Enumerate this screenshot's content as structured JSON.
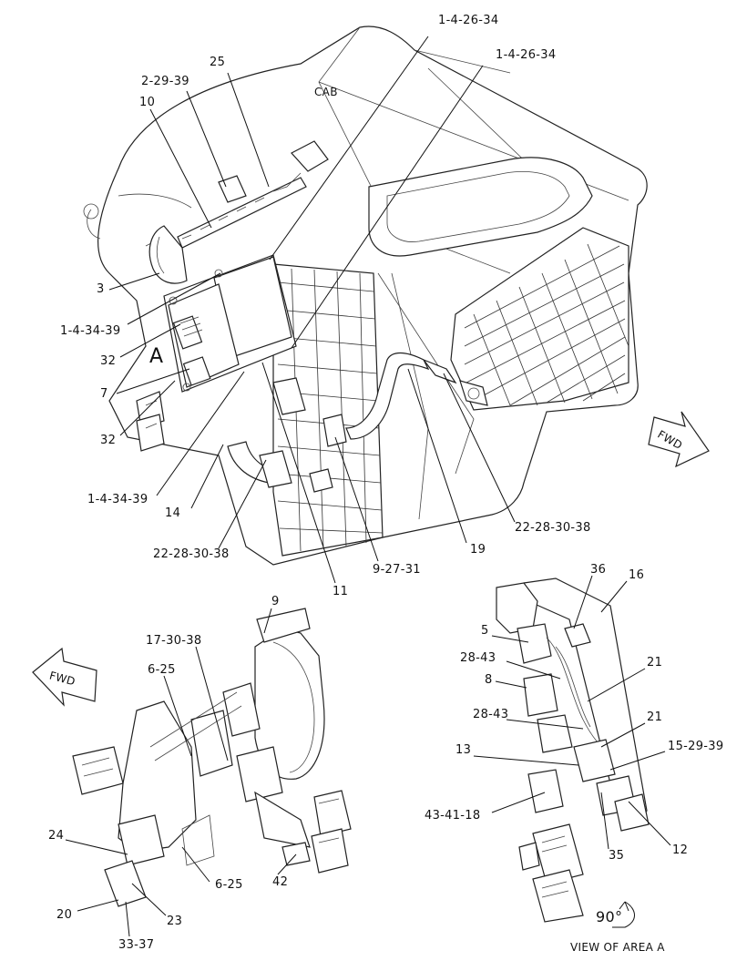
{
  "labels": {
    "l_1_4_26_34_a": "1-4-26-34",
    "l_1_4_26_34_b": "1-4-26-34",
    "l_25": "25",
    "l_2_29_39": "2-29-39",
    "l_10": "10",
    "l_cab": "CAB",
    "l_3": "3",
    "l_1_4_34_39_a": "1-4-34-39",
    "l_32_a": "32",
    "l_A": "A",
    "l_7": "7",
    "l_32_b": "32",
    "l_1_4_34_39_b": "1-4-34-39",
    "l_14": "14",
    "l_22_28_30_38_a": "22-28-30-38",
    "l_11": "11",
    "l_9_27_31": "9-27-31",
    "l_19": "19",
    "l_22_28_30_38_b": "22-28-30-38",
    "l_fwd_a": "FWD",
    "l_9": "9",
    "l_17_30_38": "17-30-38",
    "l_fwd_b": "FWD",
    "l_6_25_a": "6-25",
    "l_24": "24",
    "l_6_25_b": "6-25",
    "l_42": "42",
    "l_20": "20",
    "l_23": "23",
    "l_33_37": "33-37",
    "l_36": "36",
    "l_16": "16",
    "l_5": "5",
    "l_28_43_a": "28-43",
    "l_21_a": "21",
    "l_8": "8",
    "l_28_43_b": "28-43",
    "l_21_b": "21",
    "l_13": "13",
    "l_15_29_39": "15-29-39",
    "l_43_41_18": "43-41-18",
    "l_35": "35",
    "l_12": "12",
    "l_90": "90°",
    "l_view": "VIEW OF AREA A"
  }
}
